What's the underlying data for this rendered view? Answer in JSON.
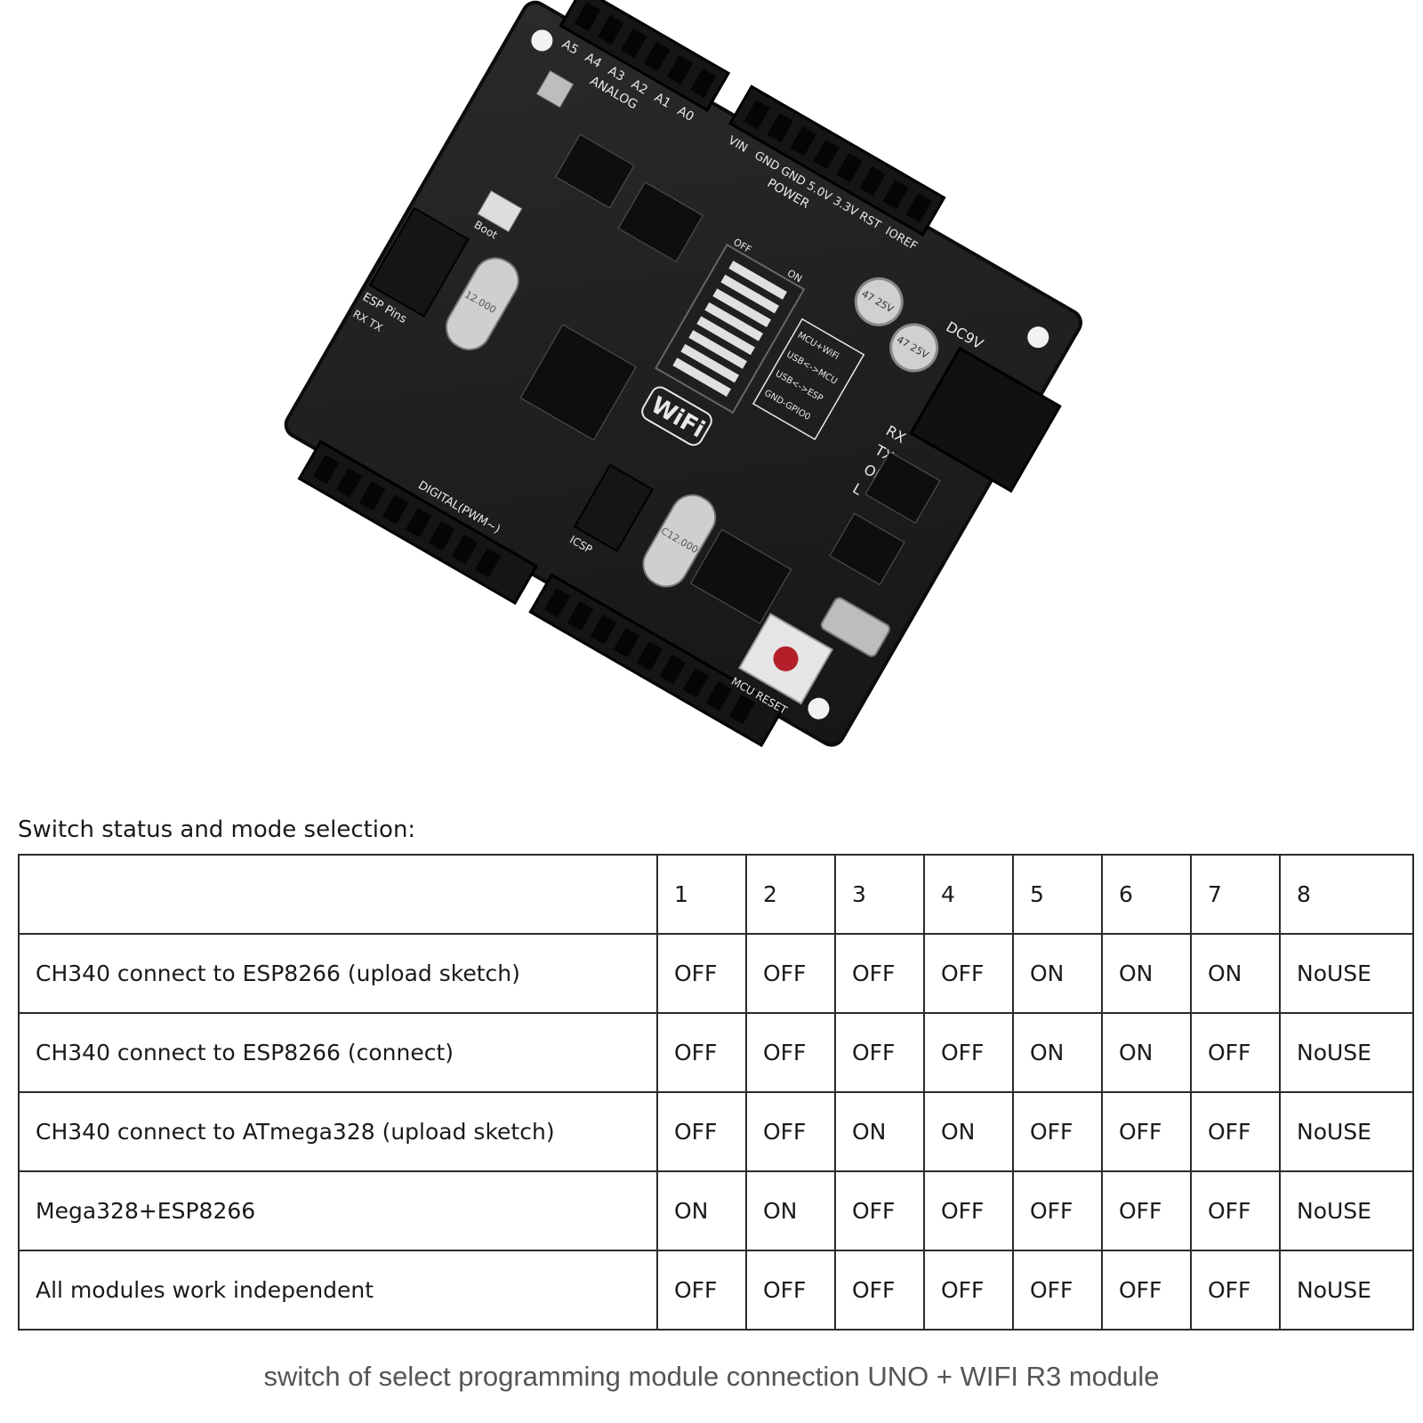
{
  "board": {
    "analog_pins": [
      "A5",
      "A4",
      "A3",
      "A2",
      "A1",
      "A0"
    ],
    "analog_label": "ANALOG",
    "power_pins": [
      "VIN",
      "GND",
      "GND",
      "5.0V",
      "3.3V",
      "RST",
      "IOREF"
    ],
    "power_label": "POWER",
    "dc_label": "DC9V",
    "cap_label_1": "47 25V",
    "cap_label_2": "47 25V",
    "dip_off": "OFF",
    "dip_on": "ON",
    "mode_labels": [
      "MCU+WiFi",
      "USB<->MCU",
      "USB<->ESP",
      "GND-GPIO0"
    ],
    "wifi_logo": "WiFi",
    "led_labels": [
      "RX",
      "TX",
      "ON",
      "L"
    ],
    "esp_pins_label": "ESP Pins",
    "boot_label": "Boot",
    "rx_tx_label": "RX TX",
    "crystal_1": "12.000",
    "crystal_2": "C12.000",
    "digital_label": "DIGITAL(PWM~)",
    "icsp_label": "ICSP",
    "reset_label": "MCU RESET"
  },
  "caption": "Switch status and mode selection:",
  "table": {
    "header": [
      "",
      "1",
      "2",
      "3",
      "4",
      "5",
      "6",
      "7",
      "8"
    ],
    "rows": [
      {
        "mode": "CH340 connect to ESP8266 (upload sketch)",
        "values": [
          "OFF",
          "OFF",
          "OFF",
          "OFF",
          "ON",
          "ON",
          "ON",
          "NoUSE"
        ]
      },
      {
        "mode": "CH340 connect to ESP8266 (connect)",
        "values": [
          "OFF",
          "OFF",
          "OFF",
          "OFF",
          "ON",
          "ON",
          "OFF",
          "NoUSE"
        ]
      },
      {
        "mode": "CH340 connect to ATmega328 (upload sketch)",
        "values": [
          "OFF",
          "OFF",
          "ON",
          "ON",
          "OFF",
          "OFF",
          "OFF",
          "NoUSE"
        ]
      },
      {
        "mode": "Mega328+ESP8266",
        "values": [
          "ON",
          "ON",
          "OFF",
          "OFF",
          "OFF",
          "OFF",
          "OFF",
          "NoUSE"
        ]
      },
      {
        "mode": "All modules work independent",
        "values": [
          "OFF",
          "OFF",
          "OFF",
          "OFF",
          "OFF",
          "OFF",
          "OFF",
          "NoUSE"
        ]
      }
    ]
  },
  "footer": "switch of select programming module connection UNO + WIFI R3 module",
  "colors": {
    "board": "#1c1c1c",
    "header": "#151515",
    "silkscreen": "#e8e8e8",
    "reset_button": "#b3202a"
  }
}
